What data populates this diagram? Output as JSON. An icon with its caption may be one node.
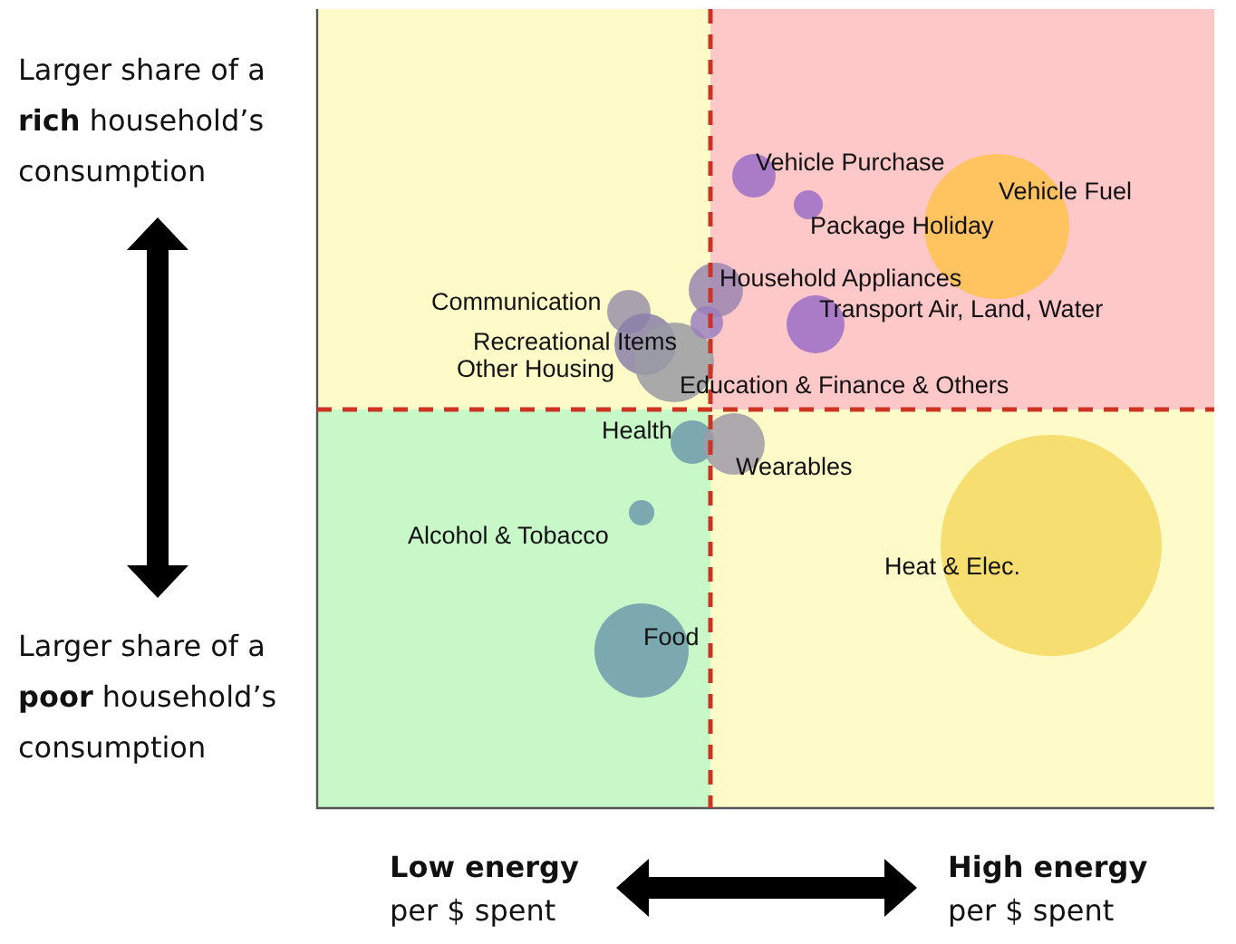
{
  "diagram": {
    "labels": [
      "Larger share of a **rich** household’s consumption",
      "Larger share of a **poor** household’s consumption",
      "Vehicle Purchase",
      "Vehicle Fuel",
      "Package Holiday",
      "Household Appliances",
      "Communication",
      "Transport Air, Land, Water",
      "Recreational Items",
      "Other Housing",
      "Education & Finance & Others",
      "Health",
      "Wearables",
      "Alcohol & Tobacco",
      "Heat & Elec.",
      "Food",
      "**Low energy** per $ spent",
      "**High energy** per $ spent"
    ]
  }
}
